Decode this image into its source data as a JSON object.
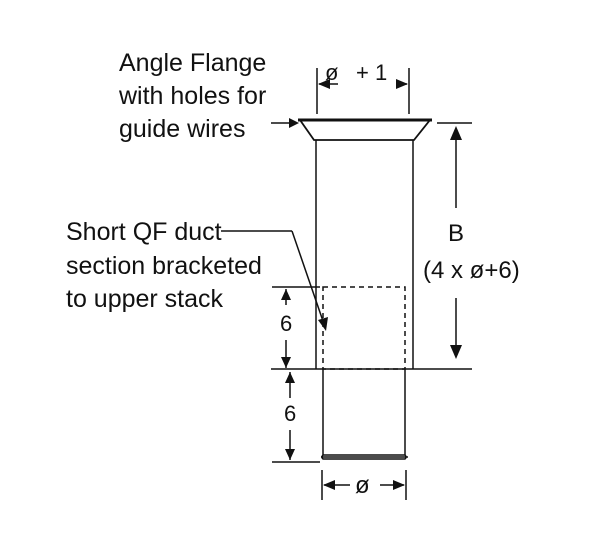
{
  "labels": {
    "flange_line1": "Angle Flange",
    "flange_line2": "with holes for",
    "flange_line3": "guide wires",
    "duct_line1": "Short QF duct",
    "duct_line2": "section bracketed",
    "duct_line3": "to  upper stack",
    "top_dim_phi": "ø",
    "top_dim_plus": "+ 1",
    "b_label": "B",
    "b_formula": "(4 x ø+6)",
    "dim_six_upper": "6",
    "dim_six_lower": "6",
    "bottom_dim_phi": "ø"
  }
}
